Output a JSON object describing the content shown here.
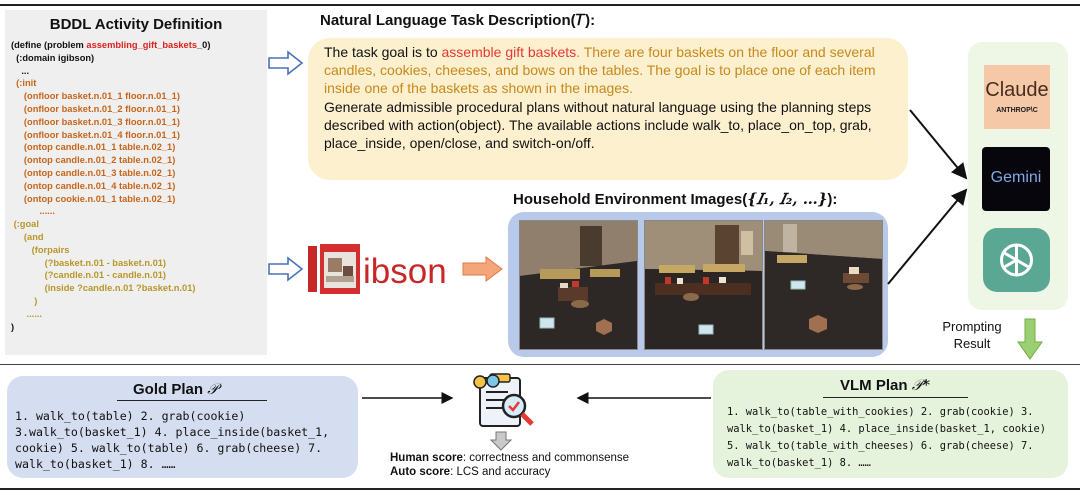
{
  "bddl": {
    "title": "BDDL Activity Definition",
    "define_prefix": "(define (problem ",
    "problem_name": "assembling_gift_baskets",
    "problem_suffix": "_0)",
    "domain": "(:domain igibson)",
    "dots1": "...",
    "init": "(:init",
    "init_lines": [
      "(onfloor basket.n.01_1 floor.n.01_1)",
      "(onfloor basket.n.01_2 floor.n.01_1)",
      "(onfloor basket.n.01_3 floor.n.01_1)",
      "(onfloor basket.n.01_4 floor.n.01_1)",
      "(ontop candle.n.01_1 table.n.02_1)",
      "(ontop candle.n.01_2 table.n.02_1)",
      "(ontop candle.n.01_3 table.n.02_1)",
      "(ontop candle.n.01_4 table.n.02_1)",
      "(ontop cookie.n.01_1 table.n.02_1)"
    ],
    "dots2": "......",
    "goal": "(:goal",
    "and": "(and",
    "forpairs": "(forpairs",
    "pair1": "(?basket.n.01 - basket.n.01)",
    "pair2": "(?candle.n.01 - candle.n.01)",
    "pair3": "(inside ?candle.n.01 ?basket.n.01)",
    "close1": ")",
    "dots3": "......",
    "close2": ")"
  },
  "task": {
    "title": "Natural Language Task Description(𝑇):",
    "p1_a": "The task goal is to ",
    "p1_b": "assemble gift baskets",
    "p1_c": ". There are four baskets on the floor and several candles, cookies, cheeses, and bows on the tables. The goal is to place one of each item inside one of the baskets as shown in the images.",
    "p2": "Generate admissible procedural plans without natural language using the planning steps described with action(object). The available actions include walk_to, place_on_top, grab, place_inside, open/close, and switch-on/off."
  },
  "igibson_logo": "iGibson",
  "env": {
    "title_a": "Household Environment Images(",
    "title_b": "{𝐼₁, 𝐼₂, …}",
    "title_c": "):"
  },
  "models": {
    "claude_name": "Claude",
    "claude_sub": "ANTHROP\\C",
    "gemini_name": "Gemini"
  },
  "prompting": {
    "line1": "Prompting",
    "line2": "Result"
  },
  "gold": {
    "title_a": "Gold Plan ",
    "title_b": "𝒫",
    "lines": [
      "1. walk_to(table) 2. grab(cookie)",
      "3.walk_to(basket_1) 4. place_inside(basket_1,",
      "cookie) 5. walk_to(table) 6. grab(cheese) 7.",
      "walk_to(basket_1) 8. ……"
    ]
  },
  "vlm": {
    "title_a": "VLM Plan ",
    "title_b": "𝒫*",
    "lines": [
      "1. walk_to(table_with_cookies) 2. grab(cookie) 3.",
      "walk_to(basket_1) 4. place_inside(basket_1, cookie)",
      "5. walk_to(table_with_cheeses) 6. grab(cheese) 7.",
      "walk_to(basket_1) 8. ……"
    ]
  },
  "score": {
    "human_label": "Human score",
    "human_value": ": correctness and commonsense",
    "auto_label": "Auto score",
    "auto_value": ": LCS and accuracy"
  },
  "colors": {
    "highlight_red": "#e02020",
    "bddl_orange": "#c8641a",
    "bddl_gold": "#b8962a",
    "task_bg": "#fdf0cf",
    "env_bg": "#b9c9e9",
    "gold_bg": "#d5def1",
    "vlm_bg": "#e6f3dc",
    "arrow_orange": "#f4a57a",
    "arrow_green": "#9ccf73"
  }
}
